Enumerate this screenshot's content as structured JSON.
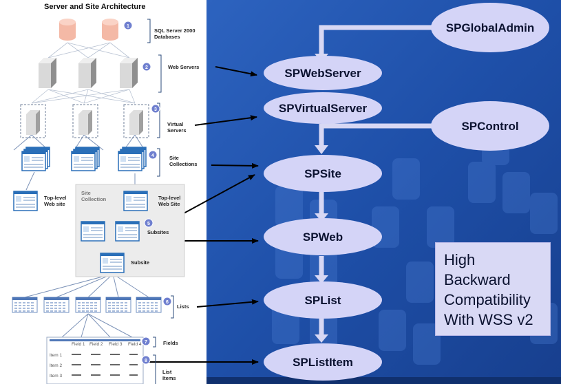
{
  "left_diagram": {
    "title": "Server and Site Architecture",
    "labels": {
      "databases": "SQL Server 2000 Databases",
      "web_servers": "Web Servers",
      "virtual_servers": "Virtual Servers",
      "site_collections": "Site Collections",
      "top_level_site_left": "Top-level Web site",
      "site_collection": "Site Collection",
      "top_level_site_right": "Top-level Web Site",
      "subsites": "Subsites",
      "subsite": "Subsite",
      "lists": "Lists",
      "fields": "Fields",
      "list_items": "List Items"
    },
    "callouts": [
      "1",
      "2",
      "3",
      "4",
      "5",
      "6",
      "7",
      "8"
    ],
    "field_headers": [
      "Field 1",
      "Field 2",
      "Field 3",
      "Field 4"
    ],
    "item_rows": [
      "Item 1",
      "Item 2",
      "Item 3"
    ]
  },
  "object_model": {
    "nodes": {
      "global_admin": "SPGlobalAdmin",
      "web_server": "SPWebServer",
      "virtual_server": "SPVirtualServer",
      "control": "SPControl",
      "site": "SPSite",
      "web": "SPWeb",
      "list": "SPList",
      "list_item": "SPListItem"
    },
    "note": "High Backward Compatibility With WSS v2"
  },
  "colors": {
    "background_blue": "#1e4ea6",
    "ellipse_fill": "#d4d4f7",
    "connector": "#d8d8f4",
    "note_box": "#d9d9f5"
  }
}
